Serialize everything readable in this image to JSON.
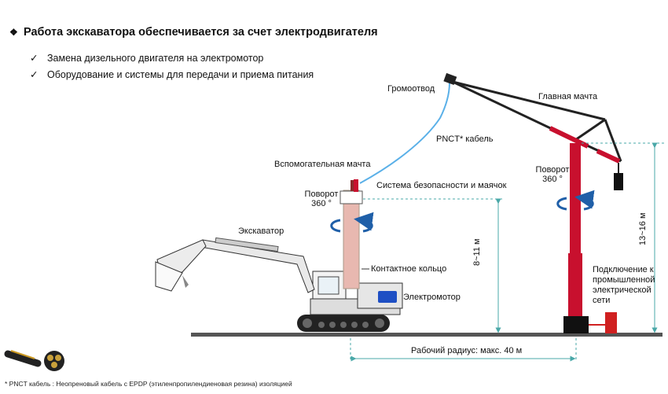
{
  "header": {
    "bullet": "❖",
    "title": "Работа экскаватора обеспечивается за счет электродвигателя"
  },
  "bullets": [
    {
      "icon": "check-icon",
      "mark": "✓",
      "text": "Замена дизельного двигателя на электромотор"
    },
    {
      "icon": "check-icon",
      "mark": "✓",
      "text": "Оборудование и системы для передачи и приема питания"
    }
  ],
  "labels": {
    "lightning_rod": "Громоотвод",
    "main_mast": "Главная мачта",
    "pnct_cable": "PNCT* кабель",
    "aux_mast": "Вспомогательная мачта",
    "safety_system": "Система безопасности и маячок",
    "rotation_left_1": "Поворот",
    "rotation_left_2": "360 °",
    "rotation_right_1": "Поворот",
    "rotation_right_2": "360 °",
    "excavator": "Экскаватор",
    "slip_ring": "Контактное кольцо",
    "motor": "Электромотор",
    "grid_1": "Подключение к",
    "grid_2": "промышленной",
    "grid_3": "электрической",
    "grid_4": "сети",
    "height_aux": "8~11 м",
    "height_main": "13~16 м",
    "radius": "Рабочий радиус: макс. 40 м"
  },
  "footnote": "* PNCT кабель : Неопреновый кабель с EPDP (этиленпропилендиеновая резина) изоляцией",
  "colors": {
    "mast_red": "#c8102e",
    "aux_pink": "#e8b8b0",
    "arrow_blue": "#1f5fa8",
    "cable_blue": "#5ab0e8",
    "ground": "#555555",
    "dim_teal": "#4aa8a8"
  }
}
